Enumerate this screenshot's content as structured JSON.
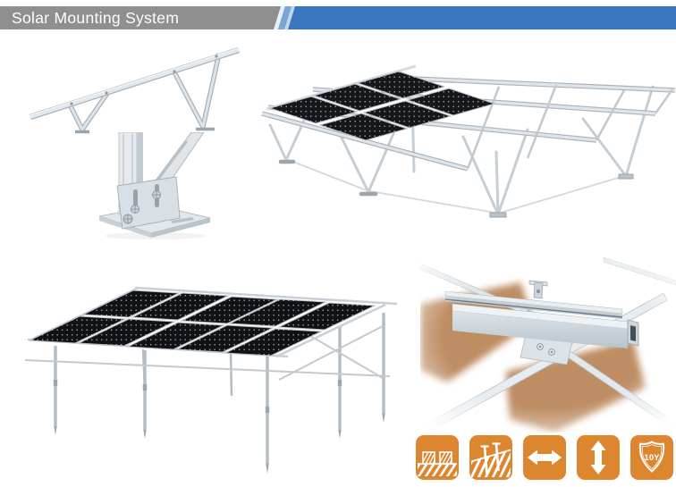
{
  "header": {
    "title": "Solar Mounting System",
    "colors": {
      "gray": "#8f8f8f",
      "blue": "#3a76bf",
      "stripe_light": "#e8eff7",
      "stripe_mid": "#7ba3d4",
      "stripe_light2": "#c2d6eb",
      "text": "#ffffff"
    }
  },
  "figures": [
    {
      "name": "triangle-bracket-side-view"
    },
    {
      "name": "post-base-foot-detail"
    },
    {
      "name": "ground-mount-frame-with-partial-panels"
    },
    {
      "name": "complete-array-on-ground-screws"
    },
    {
      "name": "rail-cross-joint-closeup"
    }
  ],
  "feature_icons": {
    "bg_color": "#dd8630",
    "glyph_color": "#ffffff",
    "items": [
      {
        "name": "concrete-foundation-icon"
      },
      {
        "name": "ground-screw-icon"
      },
      {
        "name": "horizontal-adjust-arrow-icon"
      },
      {
        "name": "vertical-adjust-arrow-icon"
      },
      {
        "name": "warranty-shield-icon",
        "label": "10Y"
      }
    ]
  }
}
